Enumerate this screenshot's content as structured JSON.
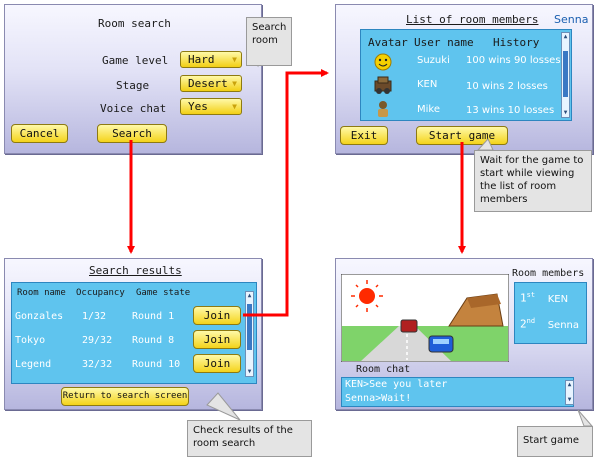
{
  "room_search": {
    "title": "Room search",
    "game_level_label": "Game level",
    "game_level_value": "Hard",
    "stage_label": "Stage",
    "stage_value": "Desert",
    "voice_chat_label": "Voice chat",
    "voice_chat_value": "Yes",
    "cancel_label": "Cancel",
    "search_label": "Search"
  },
  "room_members": {
    "title": "List of room members",
    "player_name": "Senna",
    "headers": {
      "avatar": "Avatar",
      "user_name": "User name",
      "history": "History"
    },
    "members": [
      {
        "name": "Suzuki",
        "history": "100 wins 90 losses",
        "avatar_icon": "smiley-avatar-icon"
      },
      {
        "name": "KEN",
        "history": "10 wins 2 losses",
        "avatar_icon": "robot-avatar-icon"
      },
      {
        "name": "Mike",
        "history": "13 wins 10 losses",
        "avatar_icon": "person-avatar-icon"
      }
    ],
    "exit_label": "Exit",
    "start_label": "Start game"
  },
  "search_results": {
    "title": "Search results",
    "headers": {
      "room_name": "Room name",
      "occupancy": "Occupancy",
      "game_state": "Game state"
    },
    "rooms": [
      {
        "name": "Gonzales",
        "occupancy": "1/32",
        "state": "Round 1",
        "join": "Join"
      },
      {
        "name": "Tokyo",
        "occupancy": "29/32",
        "state": "Round 8",
        "join": "Join"
      },
      {
        "name": "Legend",
        "occupancy": "32/32",
        "state": "Round 10",
        "join": "Join"
      }
    ],
    "return_label": "Return to search screen"
  },
  "game_screen": {
    "room_members_title": "Room members",
    "ranks": [
      {
        "place": "1",
        "suffix": "st",
        "name": "KEN"
      },
      {
        "place": "2",
        "suffix": "nd",
        "name": "Senna"
      }
    ],
    "room_chat_title": "Room chat",
    "chat_lines": [
      "KEN>See you later",
      "Senna>Wait!"
    ]
  },
  "callouts": {
    "search_room": "Search room",
    "wait": "Wait for the game to start while viewing the list of room members",
    "check": "Check results of the room search",
    "start": "Start game"
  },
  "colors": {
    "arrow": "#ff0000",
    "button": "#f4d31a",
    "list_bg": "#5fc4ee",
    "accent_name": "#1a5fb0"
  }
}
